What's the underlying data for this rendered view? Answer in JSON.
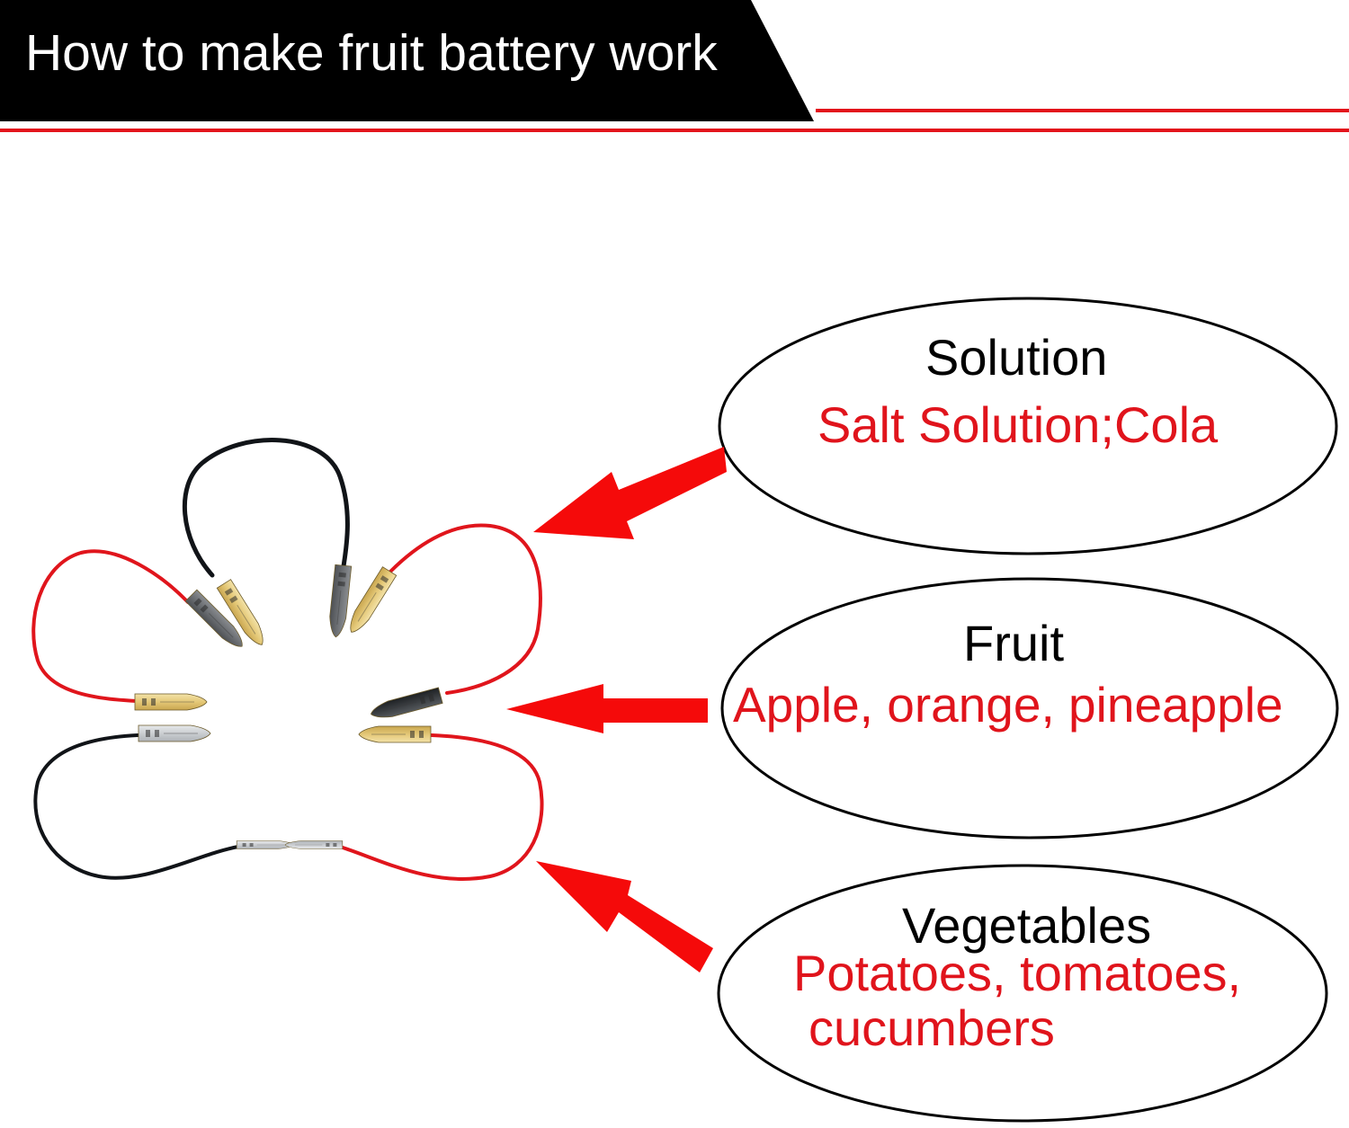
{
  "title": "How to make fruit battery work",
  "colors": {
    "accent_red": "#e3131b",
    "label_red": "#e0141c",
    "wire_red": "#e0151c",
    "wire_black": "#111418",
    "clip_gold": "#e8cf84",
    "clip_silver": "#c9ccd0",
    "clip_gray": "#5f6266"
  },
  "callouts": [
    {
      "heading": "Solution",
      "body": [
        "Salt Solution;Cola"
      ]
    },
    {
      "heading": "Fruit",
      "body": [
        "Apple, orange, pineapple"
      ]
    },
    {
      "heading": "Vegetables",
      "body": [
        "Potatoes, tomatoes,",
        "cucumbers"
      ]
    }
  ],
  "icons": [
    "arrow-icon",
    "alligator-clip-icon",
    "wire-icon"
  ]
}
